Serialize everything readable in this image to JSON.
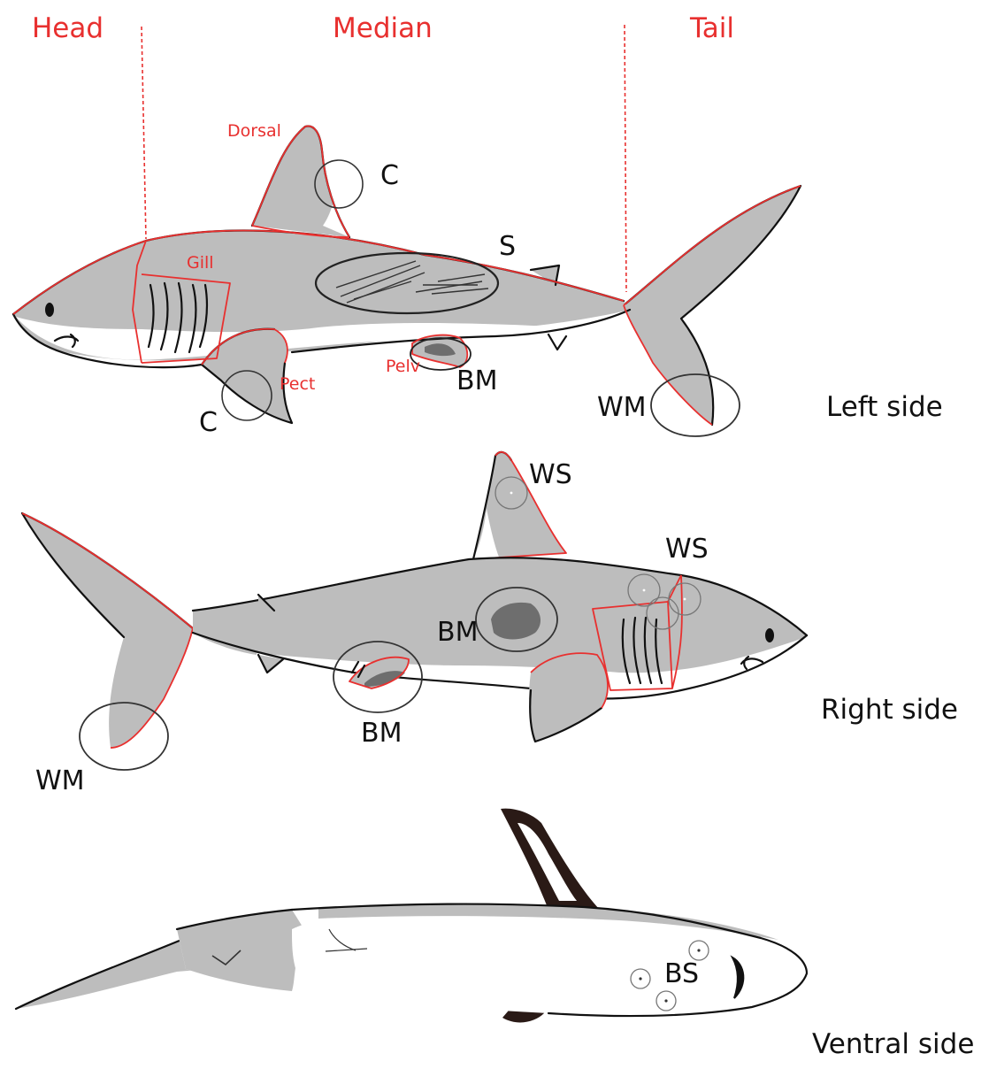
{
  "colors": {
    "region_label": "#e8302f",
    "body_gray": "#bdbdbd",
    "outline": "#111111",
    "mark_dark": "#6e6e6e",
    "fin_tip_dark": "#2a1a16"
  },
  "regions": {
    "head": "Head",
    "median": "Median",
    "tail": "Tail"
  },
  "fin_labels": {
    "dorsal": "Dorsal",
    "gill": "Gill",
    "pect": "Pect",
    "pelv": "Pelv"
  },
  "left_side": {
    "label": "Left side",
    "marks": {
      "c_dorsal": "C",
      "s_body": "S",
      "c_pectoral": "C",
      "bm_pelvic": "BM",
      "wm_tail": "WM"
    }
  },
  "right_side": {
    "label": "Right side",
    "marks": {
      "ws_dorsal": "WS",
      "ws_head": "WS",
      "bm_body": "BM",
      "bm_pelvic": "BM",
      "wm_tail": "WM"
    }
  },
  "ventral_side": {
    "label": "Ventral side",
    "marks": {
      "bs_head": "BS"
    }
  }
}
